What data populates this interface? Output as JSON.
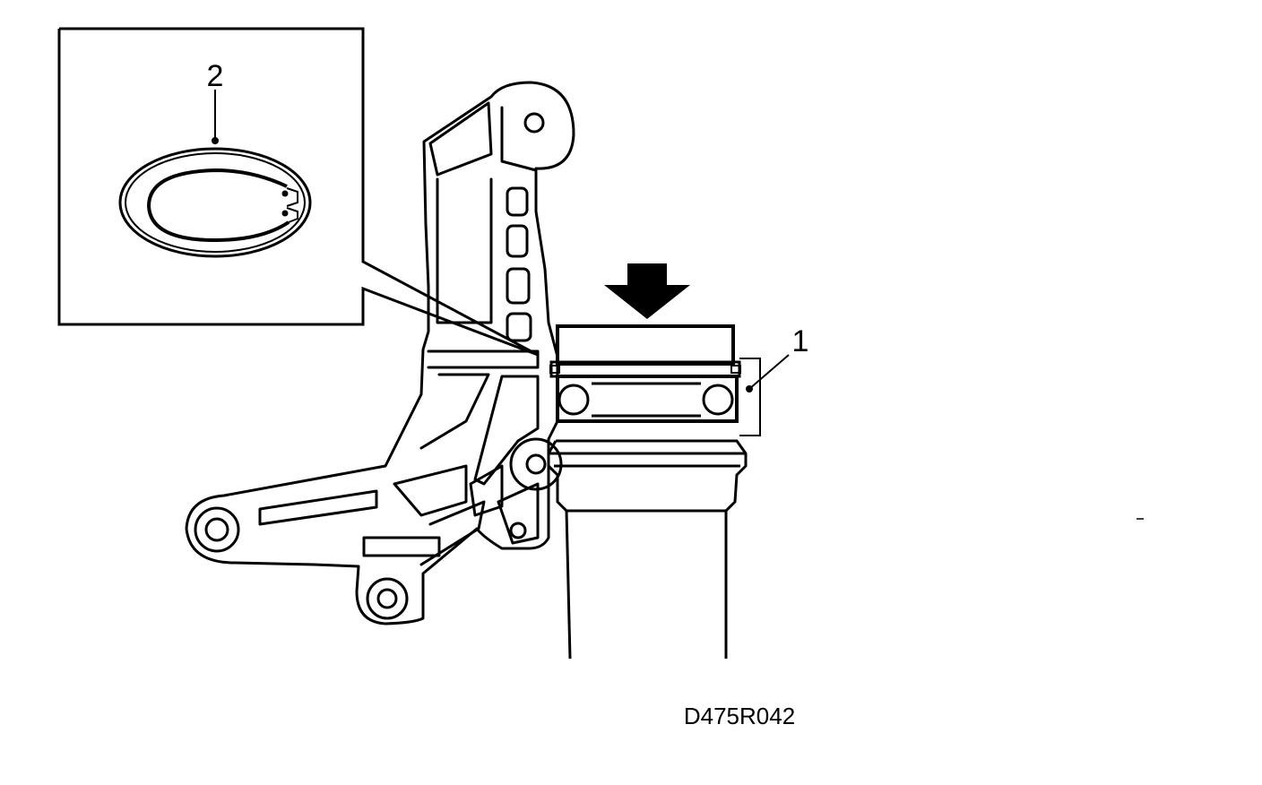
{
  "callouts": {
    "part_1": "1",
    "part_2": "2"
  },
  "figure_id": "D475R042"
}
